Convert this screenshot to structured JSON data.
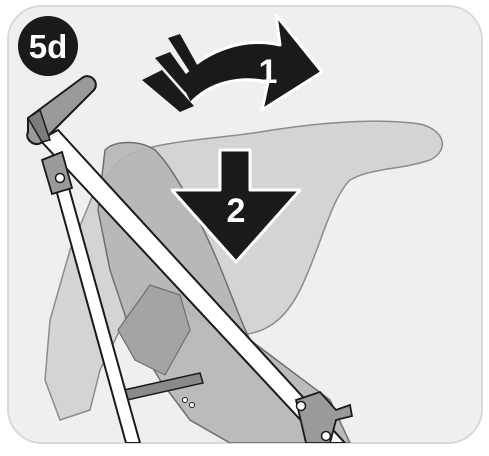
{
  "step_badge": {
    "label": "5d"
  },
  "arrows": [
    {
      "number": "1",
      "direction": "clockwise-rotate-forward"
    },
    {
      "number": "2",
      "direction": "down"
    }
  ],
  "colors": {
    "background": "#efefef",
    "canopy_fill": "#cfcfcf",
    "seat_fill": "#b5b5b5",
    "frame_fill": "#ffffff",
    "handle_fill": "#9a9a9a",
    "arrow_fill": "#1a1a1a",
    "outline": "#1a1a1a"
  }
}
